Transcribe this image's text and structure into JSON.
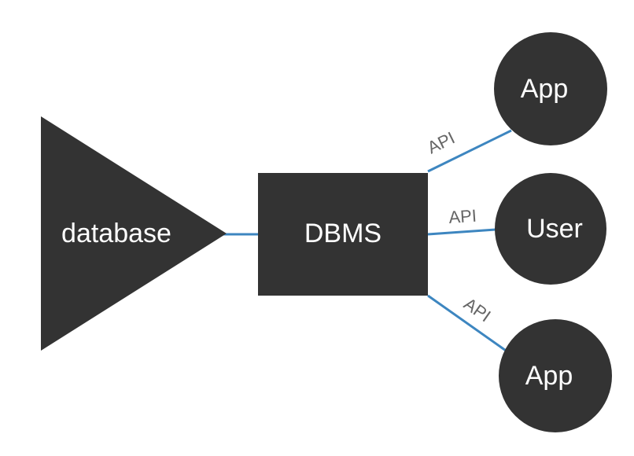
{
  "diagram": {
    "colors": {
      "node_fill": "#333333",
      "node_text": "#ffffff",
      "edge": "#3d86c0",
      "edge_label": "#666666",
      "background": "#ffffff"
    },
    "nodes": {
      "database": {
        "label": "database",
        "shape": "triangle"
      },
      "dbms": {
        "label": "DBMS",
        "shape": "rectangle"
      },
      "app_top": {
        "label": "App",
        "shape": "circle"
      },
      "user": {
        "label": "User",
        "shape": "circle"
      },
      "app_bottom": {
        "label": "App",
        "shape": "circle"
      }
    },
    "edges": [
      {
        "from": "database",
        "to": "dbms",
        "label": ""
      },
      {
        "from": "dbms",
        "to": "app_top",
        "label": "API"
      },
      {
        "from": "dbms",
        "to": "user",
        "label": "API"
      },
      {
        "from": "dbms",
        "to": "app_bottom",
        "label": "API"
      }
    ]
  }
}
